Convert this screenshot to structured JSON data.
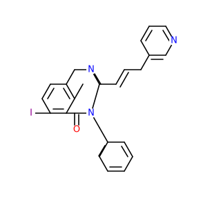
{
  "molecule": {
    "atoms": [
      {
        "id": "n1",
        "symbol": "N",
        "color": "#0000FF"
      },
      {
        "id": "n3",
        "symbol": "N",
        "color": "#0000FF"
      },
      {
        "id": "o4",
        "symbol": "O",
        "color": "#FF0000"
      },
      {
        "id": "i6",
        "symbol": "I",
        "color": "#940094"
      },
      {
        "id": "npy",
        "symbol": "N",
        "color": "#0000FF"
      }
    ]
  }
}
